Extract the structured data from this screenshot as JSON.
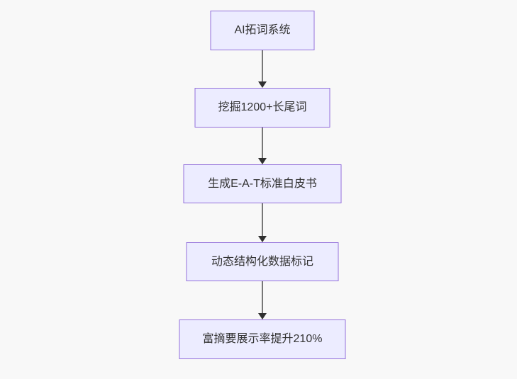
{
  "diagram": {
    "type": "flowchart",
    "direction": "top-down",
    "nodes": [
      {
        "id": "node-1",
        "label": "AI拓词系统"
      },
      {
        "id": "node-2",
        "label": "挖掘1200+长尾词"
      },
      {
        "id": "node-3",
        "label": "生成E-A-T标准白皮书"
      },
      {
        "id": "node-4",
        "label": "动态结构化数据标记"
      },
      {
        "id": "node-5",
        "label": "富摘要展示率提升210%"
      }
    ],
    "edges": [
      {
        "from": "node-1",
        "to": "node-2",
        "style": "arrow-down"
      },
      {
        "from": "node-2",
        "to": "node-3",
        "style": "arrow-down"
      },
      {
        "from": "node-3",
        "to": "node-4",
        "style": "arrow-down"
      },
      {
        "from": "node-4",
        "to": "node-5",
        "style": "arrow-down"
      }
    ],
    "colors": {
      "background": "#f8f8f8",
      "node_fill": "#ececff",
      "node_border": "#9370db",
      "edge_line": "#777777",
      "edge_arrowhead": "#2f2f2f",
      "text": "#333333"
    }
  }
}
